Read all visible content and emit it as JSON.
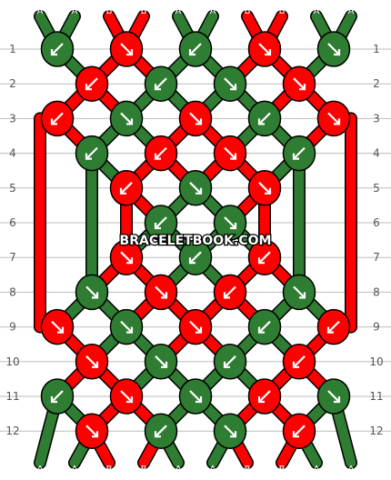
{
  "watermark": "BRACELETBOOK.COM",
  "colors": {
    "A": "#2e7d32",
    "B": "#ff0000",
    "outline": "#000000",
    "grid": "#bdbdbd",
    "arrow": "#ffffff"
  },
  "strands_top": [
    "A",
    "A",
    "B",
    "B",
    "A",
    "A",
    "B",
    "B",
    "A",
    "A"
  ],
  "strands_bottom": [
    "A",
    "A",
    "B",
    "B",
    "A",
    "A",
    "B",
    "B",
    "A",
    "A"
  ],
  "row_labels": [
    "1",
    "2",
    "3",
    "4",
    "5",
    "6",
    "7",
    "8",
    "9",
    "10",
    "11",
    "12"
  ],
  "rows": [
    {
      "knots": [
        {
          "color": "A",
          "dir": "down-left"
        },
        {
          "color": "B",
          "dir": "down-right"
        },
        {
          "color": "A",
          "dir": "down-left"
        },
        {
          "color": "B",
          "dir": "down-right"
        },
        {
          "color": "A",
          "dir": "down-right"
        }
      ]
    },
    {
      "knots": [
        {
          "color": "B",
          "dir": "down-left"
        },
        {
          "color": "A",
          "dir": "down-left"
        },
        {
          "color": "A",
          "dir": "down-right"
        },
        {
          "color": "B",
          "dir": "down-right"
        }
      ]
    },
    {
      "knots": [
        {
          "color": "B",
          "dir": "down-left"
        },
        {
          "color": "A",
          "dir": "down-right"
        },
        {
          "color": "B",
          "dir": "down-right"
        },
        {
          "color": "A",
          "dir": "down-left"
        },
        {
          "color": "B",
          "dir": "down-right"
        }
      ]
    },
    {
      "knots": [
        {
          "color": "A",
          "dir": "down-left"
        },
        {
          "color": "B",
          "dir": "down-left"
        },
        {
          "color": "B",
          "dir": "down-right"
        },
        {
          "color": "A",
          "dir": "down-left"
        }
      ]
    },
    {
      "knots": [
        {
          "color": "B",
          "dir": "down-left"
        },
        {
          "color": "A",
          "dir": "down-right"
        },
        {
          "color": "B",
          "dir": "down-right"
        }
      ]
    },
    {
      "knots": [
        {
          "color": "A",
          "dir": "down-left"
        },
        {
          "color": "A",
          "dir": "down-right"
        }
      ]
    },
    {
      "knots": [
        {
          "color": "B",
          "dir": "down-right"
        },
        {
          "color": "A",
          "dir": "down-left"
        },
        {
          "color": "B",
          "dir": "down-left"
        }
      ]
    },
    {
      "knots": [
        {
          "color": "A",
          "dir": "down-right"
        },
        {
          "color": "B",
          "dir": "down-right"
        },
        {
          "color": "B",
          "dir": "down-left"
        },
        {
          "color": "A",
          "dir": "down-right"
        }
      ]
    },
    {
      "knots": [
        {
          "color": "B",
          "dir": "down-right"
        },
        {
          "color": "A",
          "dir": "down-right"
        },
        {
          "color": "B",
          "dir": "down-right"
        },
        {
          "color": "A",
          "dir": "down-left"
        },
        {
          "color": "B",
          "dir": "down-left"
        }
      ]
    },
    {
      "knots": [
        {
          "color": "B",
          "dir": "down-right"
        },
        {
          "color": "A",
          "dir": "down-right"
        },
        {
          "color": "A",
          "dir": "down-left"
        },
        {
          "color": "B",
          "dir": "down-left"
        }
      ]
    },
    {
      "knots": [
        {
          "color": "A",
          "dir": "down-left"
        },
        {
          "color": "B",
          "dir": "down-right"
        },
        {
          "color": "A",
          "dir": "down-right"
        },
        {
          "color": "B",
          "dir": "down-left"
        },
        {
          "color": "A",
          "dir": "down-right"
        }
      ]
    },
    {
      "knots": [
        {
          "color": "B",
          "dir": "down-right"
        },
        {
          "color": "A",
          "dir": "down-left"
        },
        {
          "color": "A",
          "dir": "down-right"
        },
        {
          "color": "B",
          "dir": "down-left"
        }
      ]
    }
  ]
}
